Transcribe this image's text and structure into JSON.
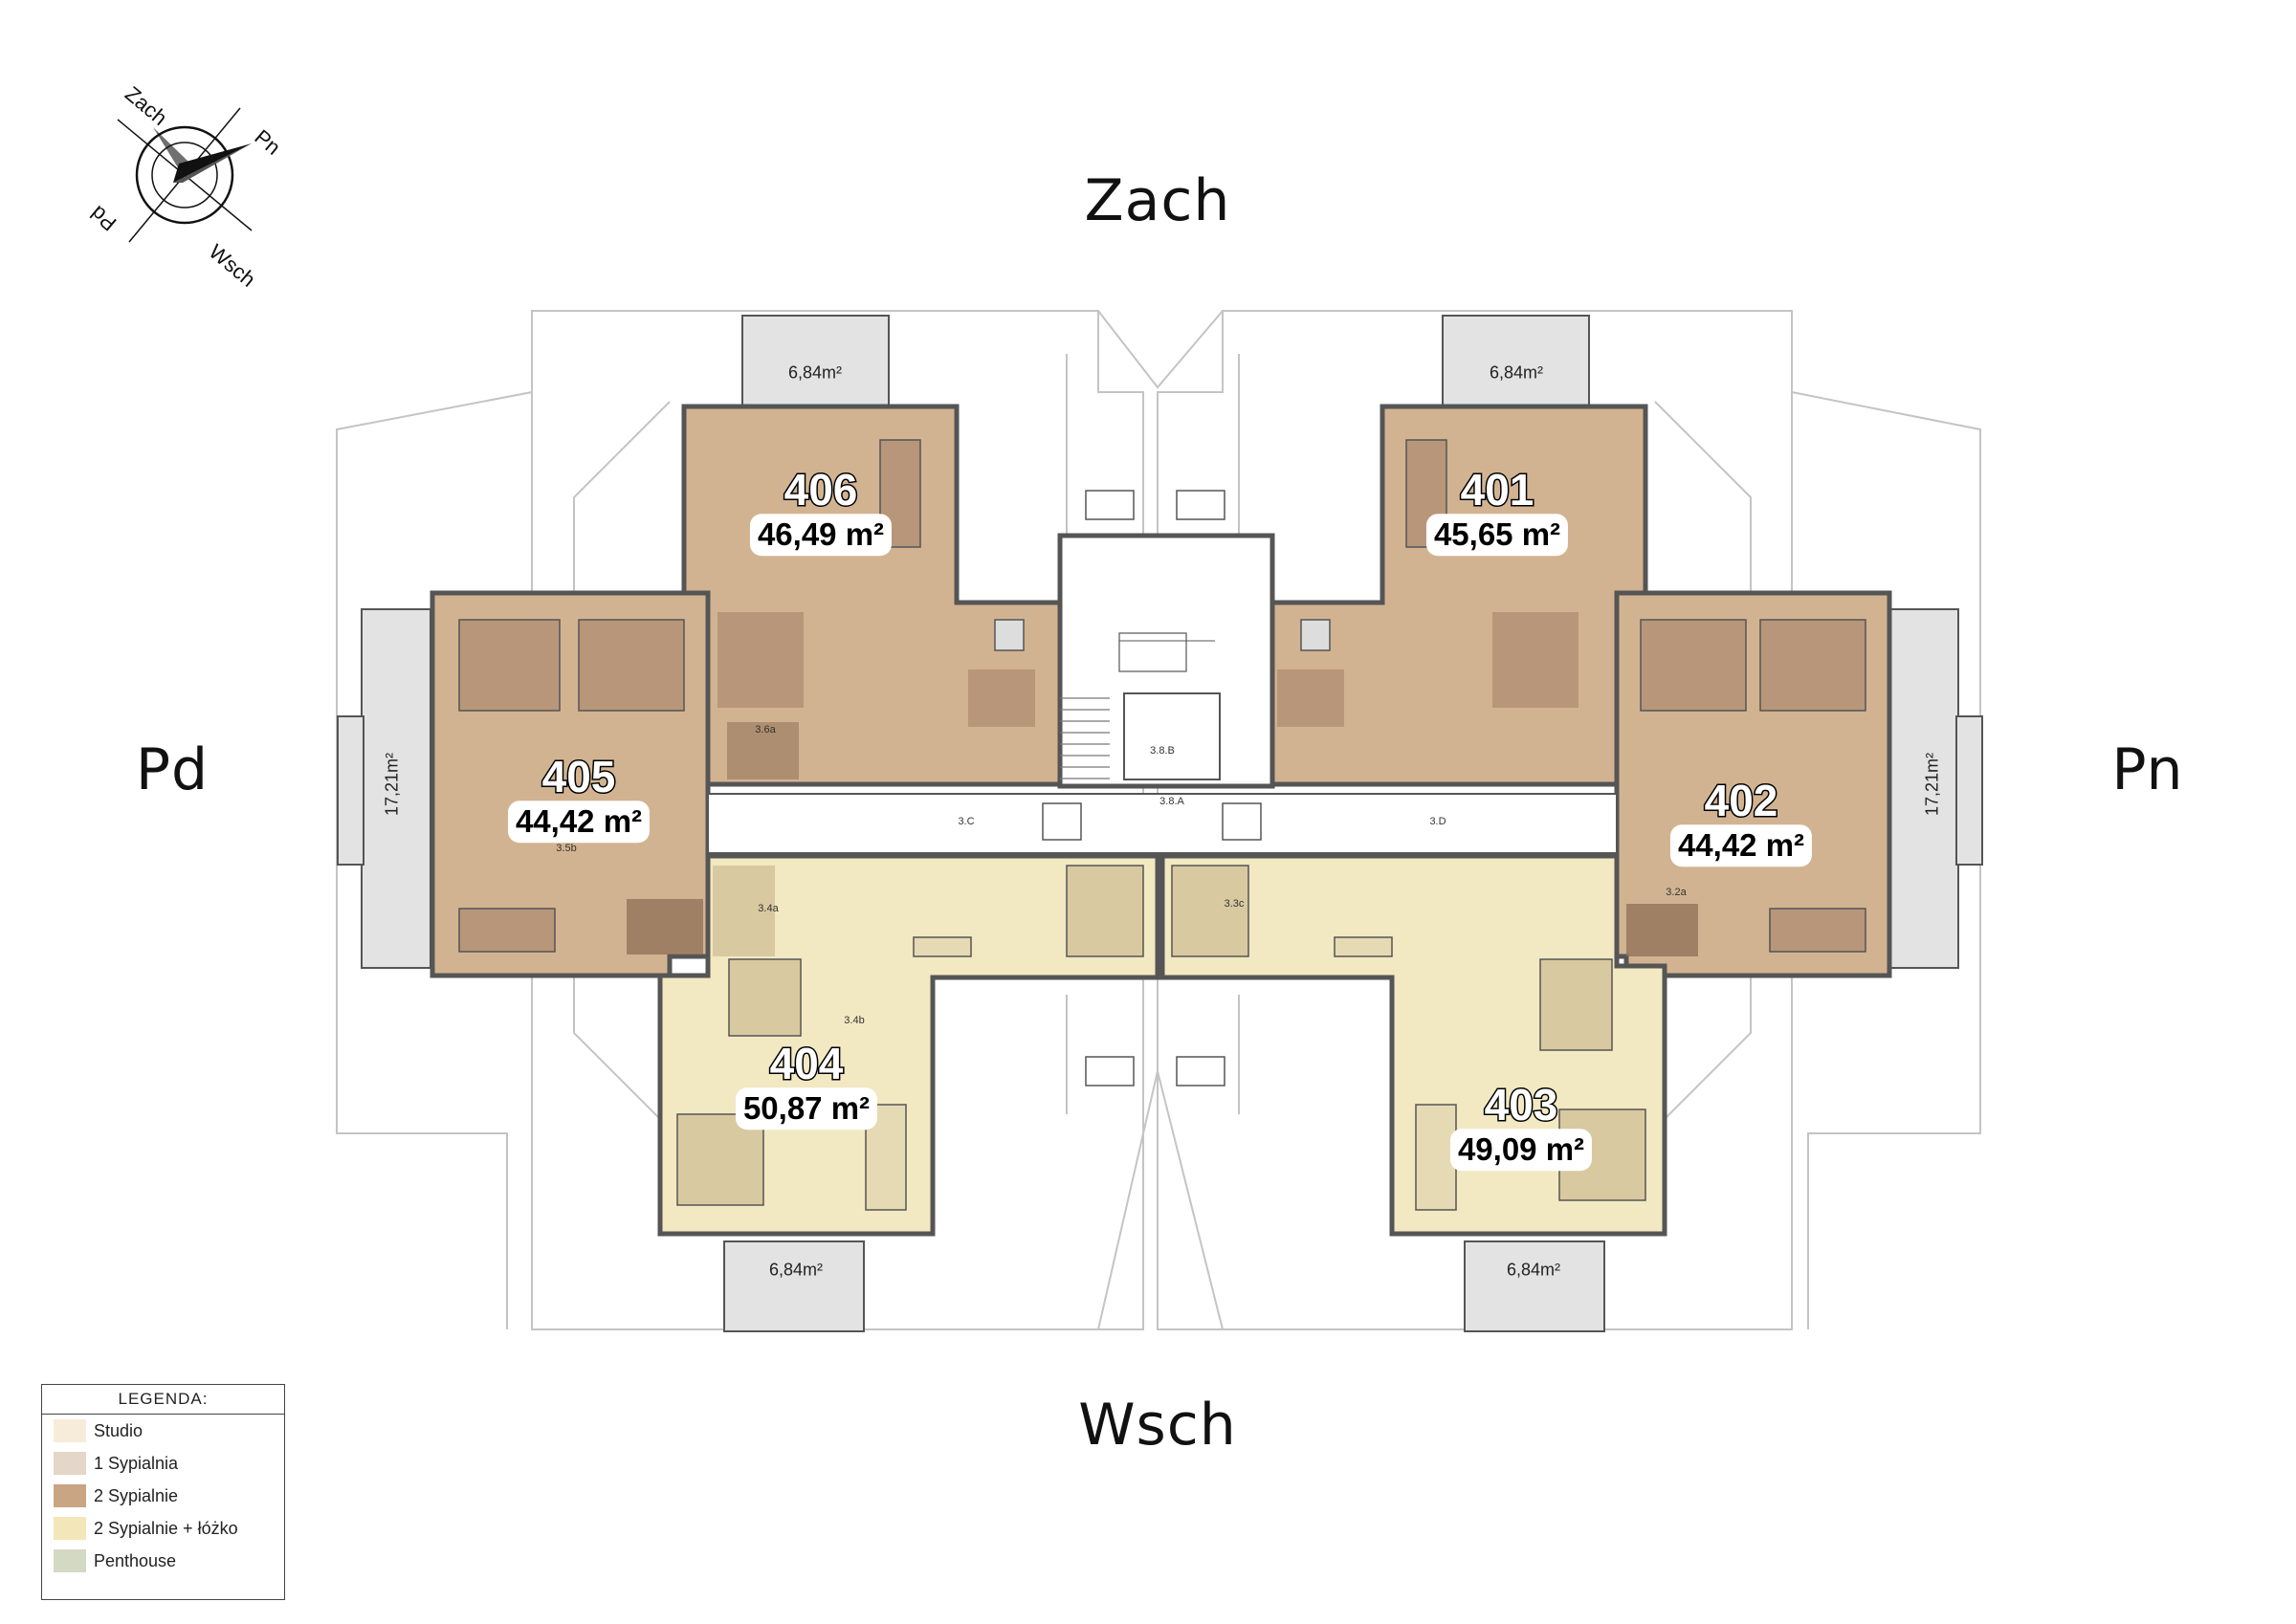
{
  "directions": {
    "top": "Zach",
    "bottom": "Wsch",
    "left": "Pd",
    "right": "Pn"
  },
  "compass": {
    "labels": [
      "Zach",
      "Pn",
      "Pd",
      "Wsch"
    ]
  },
  "apartments": [
    {
      "id": "406",
      "area": "46,49 m²",
      "type": "2 Sypialnie"
    },
    {
      "id": "401",
      "area": "45,65 m²",
      "type": "2 Sypialnie"
    },
    {
      "id": "405",
      "area": "44,42 m²",
      "type": "2 Sypialnie"
    },
    {
      "id": "402",
      "area": "44,42 m²",
      "type": "2 Sypialnie"
    },
    {
      "id": "404",
      "area": "50,87 m²",
      "type": "2 Sypialnie + łóżko"
    },
    {
      "id": "403",
      "area": "49,09 m²",
      "type": "2 Sypialnie + łóżko"
    }
  ],
  "balconies": {
    "top_left": "6,84m²",
    "top_right": "6,84m²",
    "bottom_left": "6,84m²",
    "bottom_right": "6,84m²",
    "left": "17,21m²",
    "right": "17,21m²"
  },
  "room_codes": {
    "r1": "3.6a",
    "r2": "3.5b",
    "r3": "3.4a",
    "r4": "3.4b",
    "r5": "3.3c",
    "r6": "3.2a",
    "r7": "3.C",
    "r8": "3.D",
    "r9": "3.8.B",
    "r10": "3.8.A"
  },
  "legend": {
    "title": "LEGENDA:",
    "items": [
      {
        "label": "Studio",
        "color": "#f6ecd9"
      },
      {
        "label": "1 Sypialnia",
        "color": "#e4d6c8"
      },
      {
        "label": "2 Sypialnie",
        "color": "#c9a583"
      },
      {
        "label": "2 Sypialnie + łóżko",
        "color": "#f3e6b9"
      },
      {
        "label": "Penthouse",
        "color": "#d3d9c3"
      }
    ]
  },
  "colors": {
    "two_bed": "#d2b391",
    "two_bed_dark": "#a9876a",
    "two_bed_plus": "#f2e8c2",
    "two_bed_plus_dark": "#d8c9a0",
    "wall": "#555555",
    "balcony": "#e3e3e3",
    "outline": "#bdbdbd"
  }
}
